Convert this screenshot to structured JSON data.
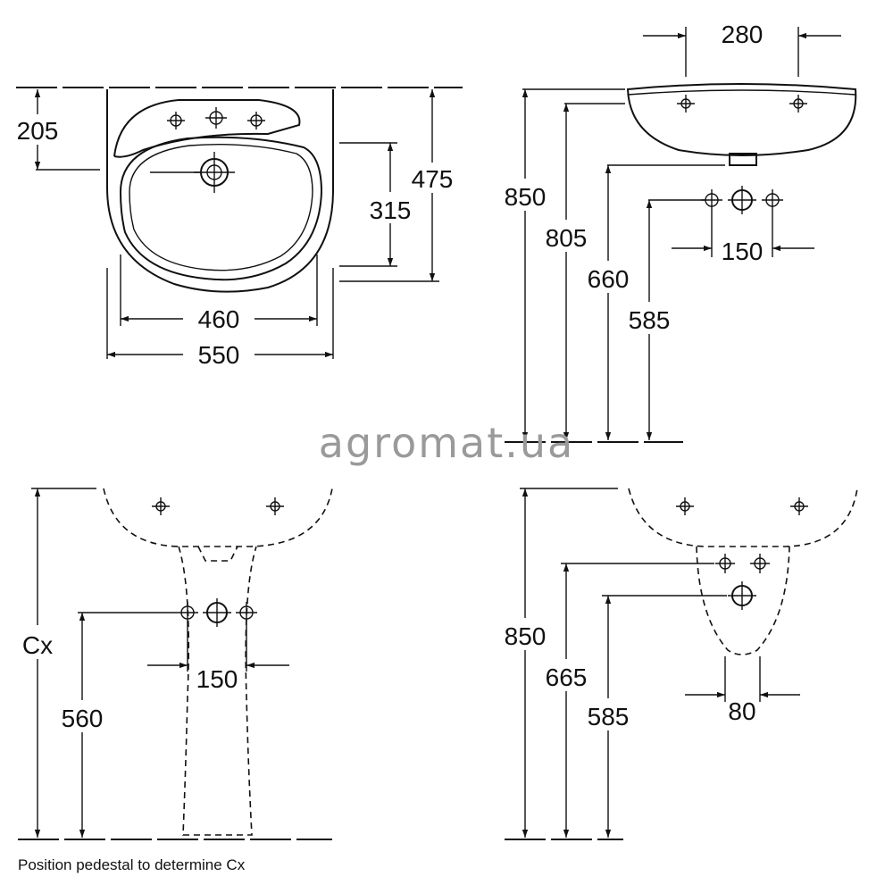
{
  "watermark": "agromat.ua",
  "caption": "Position pedestal to determine Cx",
  "top_view": {
    "dims": {
      "depth_to_tap": "205",
      "depth": "475",
      "bowl_depth": "315",
      "bowl_width": "460",
      "width": "550"
    }
  },
  "side_view": {
    "dims": {
      "tap_spacing": "280",
      "height": "850",
      "rim_height": "805",
      "waste_height": "660",
      "supply_height": "585",
      "supply_spacing": "150"
    }
  },
  "pedestal_view": {
    "dims": {
      "cx": "Cx",
      "supply_height": "560",
      "supply_spacing": "150"
    }
  },
  "semi_pedestal_view": {
    "dims": {
      "height": "850",
      "waste_height": "665",
      "supply_height": "585",
      "supply_spacing": "80"
    }
  }
}
